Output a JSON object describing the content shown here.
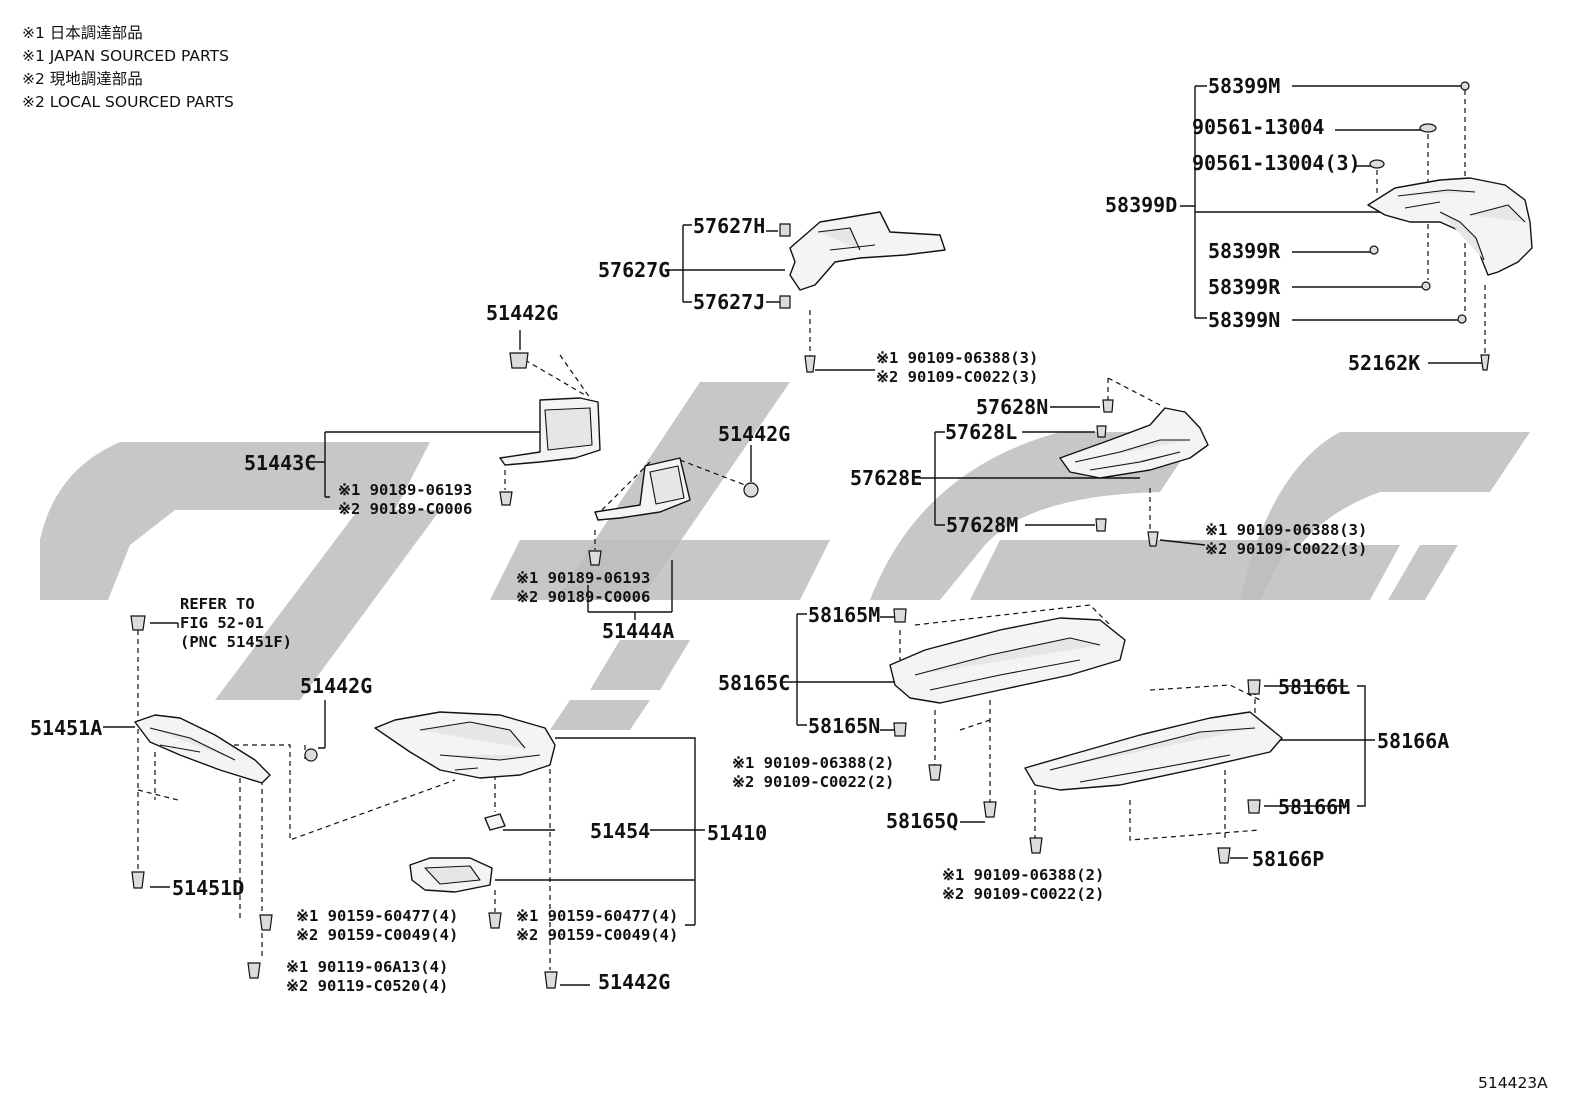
{
  "legend": [
    "※1 日本調達部品",
    "※1 JAPAN SOURCED PARTS",
    "※2 現地調達部品",
    "※2 LOCAL SOURCED PARTS"
  ],
  "figure_id": "514423A",
  "labels": {
    "p58399M": "58399M",
    "p90561a": "90561-13004",
    "p90561b": "90561-13004(3)",
    "p58399D": "58399D",
    "p58399Ra": "58399R",
    "p58399Rb": "58399R",
    "p58399N": "58399N",
    "p52162K": "52162K",
    "p57627H": "57627H",
    "p57627G": "57627G",
    "p57627J": "57627J",
    "n57627a": "※1 90109-06388(3)",
    "n57627b": "※2 90109-C0022(3)",
    "p51442G1": "51442G",
    "p51443C": "51443C",
    "n51443a": "※1 90189-06193",
    "n51443b": "※2 90189-C0006",
    "p51442G2": "51442G",
    "n51444a": "※1 90189-06193",
    "n51444b": "※2 90189-C0006",
    "p51444A": "51444A",
    "p57628N": "57628N",
    "p57628L": "57628L",
    "p57628E": "57628E",
    "p57628M": "57628M",
    "n57628a": "※1 90109-06388(3)",
    "n57628b": "※2 90109-C0022(3)",
    "ref1": "REFER TO",
    "ref2": "FIG 52-01",
    "ref3": "(PNC 51451F)",
    "p51442G3": "51442G",
    "p51451A": "51451A",
    "p51451D": "51451D",
    "p51454": "51454",
    "p51410": "51410",
    "n51410a": "※1 90159-60477(4)",
    "n51410b": "※2 90159-C0049(4)",
    "n51410c": "※1 90159-60477(4)",
    "n51410d": "※2 90159-C0049(4)",
    "n90119a": "※1 90119-06A13(4)",
    "n90119b": "※2 90119-C0520(4)",
    "p51442G4": "51442G",
    "p58165M": "58165M",
    "p58165C": "58165C",
    "p58165N": "58165N",
    "n58165a": "※1 90109-06388(2)",
    "n58165b": "※2 90109-C0022(2)",
    "p58165Q": "58165Q",
    "p58166L": "58166L",
    "p58166A": "58166A",
    "p58166M": "58166M",
    "p58166P": "58166P",
    "n58166a": "※1 90109-06388(2)",
    "n58166b": "※2 90109-C0022(2)"
  }
}
